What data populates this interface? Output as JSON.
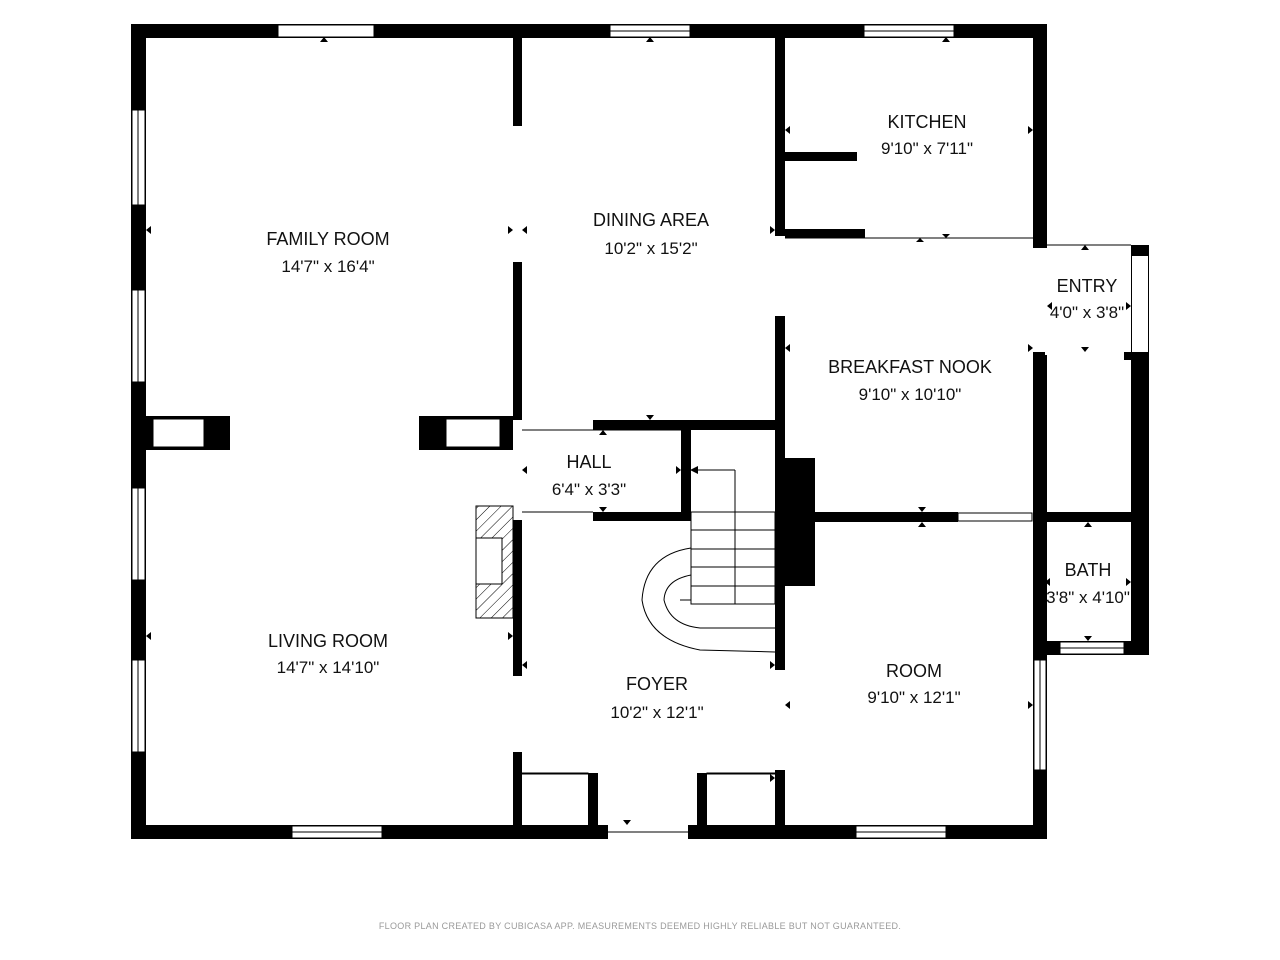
{
  "rooms": {
    "family_room": {
      "name": "FAMILY ROOM",
      "dim": "14'7\" x 16'4\""
    },
    "living_room": {
      "name": "LIVING ROOM",
      "dim": "14'7\" x 14'10\""
    },
    "dining_area": {
      "name": "DINING AREA",
      "dim": "10'2\" x 15'2\""
    },
    "kitchen": {
      "name": "KITCHEN",
      "dim": "9'10\" x 7'11\""
    },
    "breakfast_nook": {
      "name": "BREAKFAST NOOK",
      "dim": "9'10\" x 10'10\""
    },
    "entry": {
      "name": "ENTRY",
      "dim": "4'0\" x 3'8\""
    },
    "hall": {
      "name": "HALL",
      "dim": "6'4\" x 3'3\""
    },
    "foyer": {
      "name": "FOYER",
      "dim": "10'2\" x 12'1\""
    },
    "room": {
      "name": "ROOM",
      "dim": "9'10\" x 12'1\""
    },
    "bath": {
      "name": "BATH",
      "dim": "3'8\" x 4'10\""
    }
  },
  "footer": "FLOOR PLAN CREATED BY CUBICASA APP. MEASUREMENTS DEEMED HIGHLY RELIABLE BUT NOT GUARANTEED."
}
